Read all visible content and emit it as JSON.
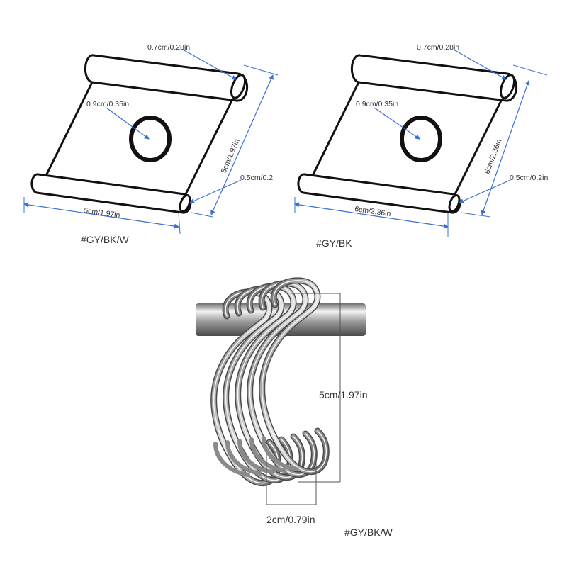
{
  "plate_left": {
    "edge_thickness": "0.7cm/0.28in",
    "hole_diameter": "0.9cm/0.35in",
    "height": "5cm/1.97in",
    "roll_width": "0.5cm/0.2",
    "width": "5cm/1.97in",
    "color_code": "#GY/BK/W"
  },
  "plate_right": {
    "edge_thickness": "0.7cm/0.28in",
    "hole_diameter": "0.9cm/0.35in",
    "height": "6cm/2.36in",
    "roll_width": "0.5cm/0.2in",
    "width": "6cm/2.36in",
    "color_code": "#GY/BK"
  },
  "hook": {
    "height": "5cm/1.97in",
    "width": "2cm/0.79in",
    "color_code": "#GY/BK/W"
  },
  "colors": {
    "outline": "#111111",
    "dimension_line": "#3a6fd6",
    "text": "#333333",
    "steel": "#b8b8b8"
  }
}
